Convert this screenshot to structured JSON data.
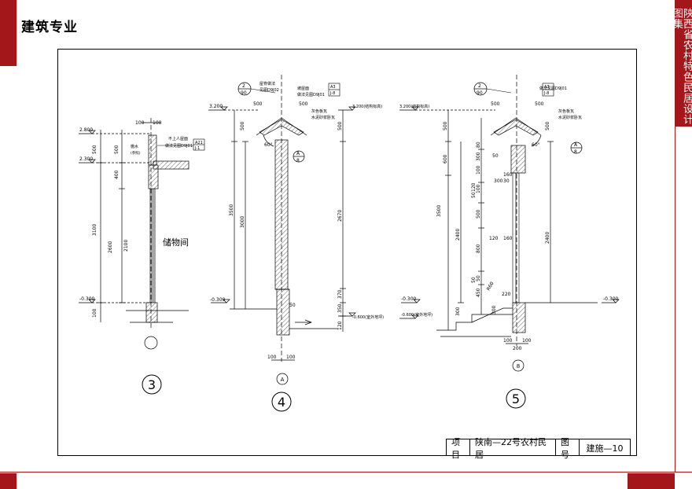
{
  "header": {
    "title": "建筑专业"
  },
  "side_band": {
    "text": "陕西省农村特色民居设计图集"
  },
  "title_block": {
    "project_label": "项目",
    "project_name": "陕南—22号农村民居",
    "drawing_label": "图号",
    "drawing_no": "建施—10"
  },
  "details": {
    "d3": {
      "number": "3",
      "room_label": "储物间",
      "elevations": [
        "2.800",
        "2.300",
        "-0.300"
      ],
      "outer_dims": [
        "500",
        "3100",
        "100"
      ],
      "inner_dims": [
        "500",
        "400",
        "2600",
        "2100"
      ],
      "top_dims": [
        "100",
        "100"
      ],
      "note_1": "不上人屋面",
      "note_2": "做法见图D9J01",
      "gutter": "檐水",
      "gutter_sub": "(参照)",
      "ref_num": "A21",
      "ref_page": "J-1",
      "axis": ""
    },
    "d4": {
      "number": "4",
      "axis": "A",
      "elev_left": [
        "3.200",
        "-0.300"
      ],
      "elev_right": [
        "3.200(结构标高)",
        "-0.600(室外地坪)"
      ],
      "left_dims": [
        "500",
        "3500",
        "3000"
      ],
      "right_dims": [
        "500",
        "2670",
        "370",
        "350",
        "120"
      ],
      "bottom_dims": [
        "100",
        "100"
      ],
      "note_a1": "屋脊做法",
      "note_a2": "见图D9J02",
      "note_b1": "坡屋面",
      "note_b2": "做法见图D9J01",
      "note_c1": "灰色板瓦",
      "note_c2": "水泥砂浆卧瓦",
      "ref_circle_top": "2",
      "ref_circle_bottom": "90",
      "ref_box_top": "A3",
      "ref_box_bottom": "J-8",
      "marker_top": "A",
      "marker_bottom": "8",
      "slope_left": "500",
      "slope_right": "500",
      "angle": "60°",
      "dim_50": "50"
    },
    "d5": {
      "number": "5",
      "axis": "8",
      "elev_left": [
        "3.200(结构标高)",
        "-0.300",
        "-0.600(室外地坪)"
      ],
      "elev_right": "-0.300",
      "left_dims": [
        "500",
        "600",
        "3500",
        "2400",
        "300"
      ],
      "mid_dims": [
        "80",
        "300",
        "100",
        "100",
        "50",
        "120",
        "500",
        "800",
        "50",
        "450",
        "50"
      ],
      "right_dims": [
        "500",
        "2400"
      ],
      "inner_labels": [
        "50",
        "160",
        "300",
        "30",
        "120",
        "160",
        "220",
        "R60",
        "300"
      ],
      "bottom_dims": [
        "100",
        "100",
        "200"
      ],
      "note_a": "做法见图D9J01",
      "note_b": "灰色板瓦",
      "note_c": "水泥砂浆卧瓦",
      "ref_circle_top": "2",
      "ref_circle_bottom": "90",
      "ref_box_top": "A3",
      "ref_box_bottom": "J-8",
      "marker_top": "A",
      "marker_bottom": "8",
      "slope_left": "500",
      "slope_right": "500",
      "angle": "60°"
    }
  }
}
